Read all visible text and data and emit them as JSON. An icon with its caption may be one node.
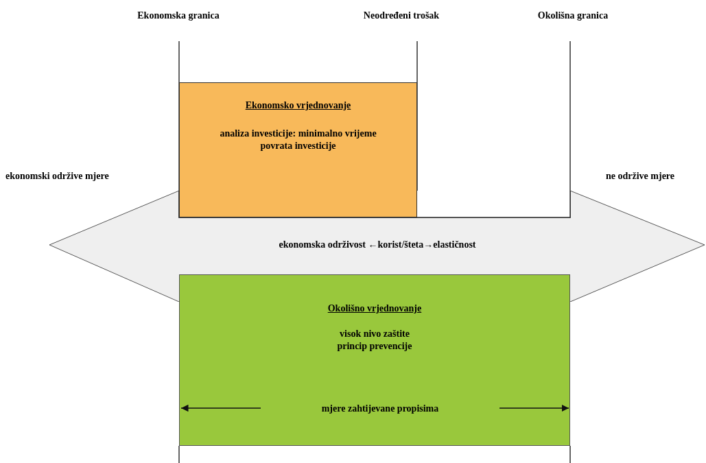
{
  "diagram": {
    "nodes": [
      {
        "text": [
          "ekonomska održivost ←korist/šteta→elastičnost"
        ]
      },
      {
        "text": [
          "Ekonomsko vrjednovanje",
          "analiza investicije: minimalno vrijeme povrata investicije"
        ]
      },
      {
        "text": [
          "Okolišno vrjednovanje",
          "visok nivo zaštite",
          "princip prevencije"
        ]
      }
    ],
    "labels": [
      "Ekonomska granica",
      "Neodređeni trošak",
      "Okolišna granica",
      "ekonomski održive mjere",
      "ne održive mjere",
      "mjere zahtijevane propisima"
    ]
  }
}
